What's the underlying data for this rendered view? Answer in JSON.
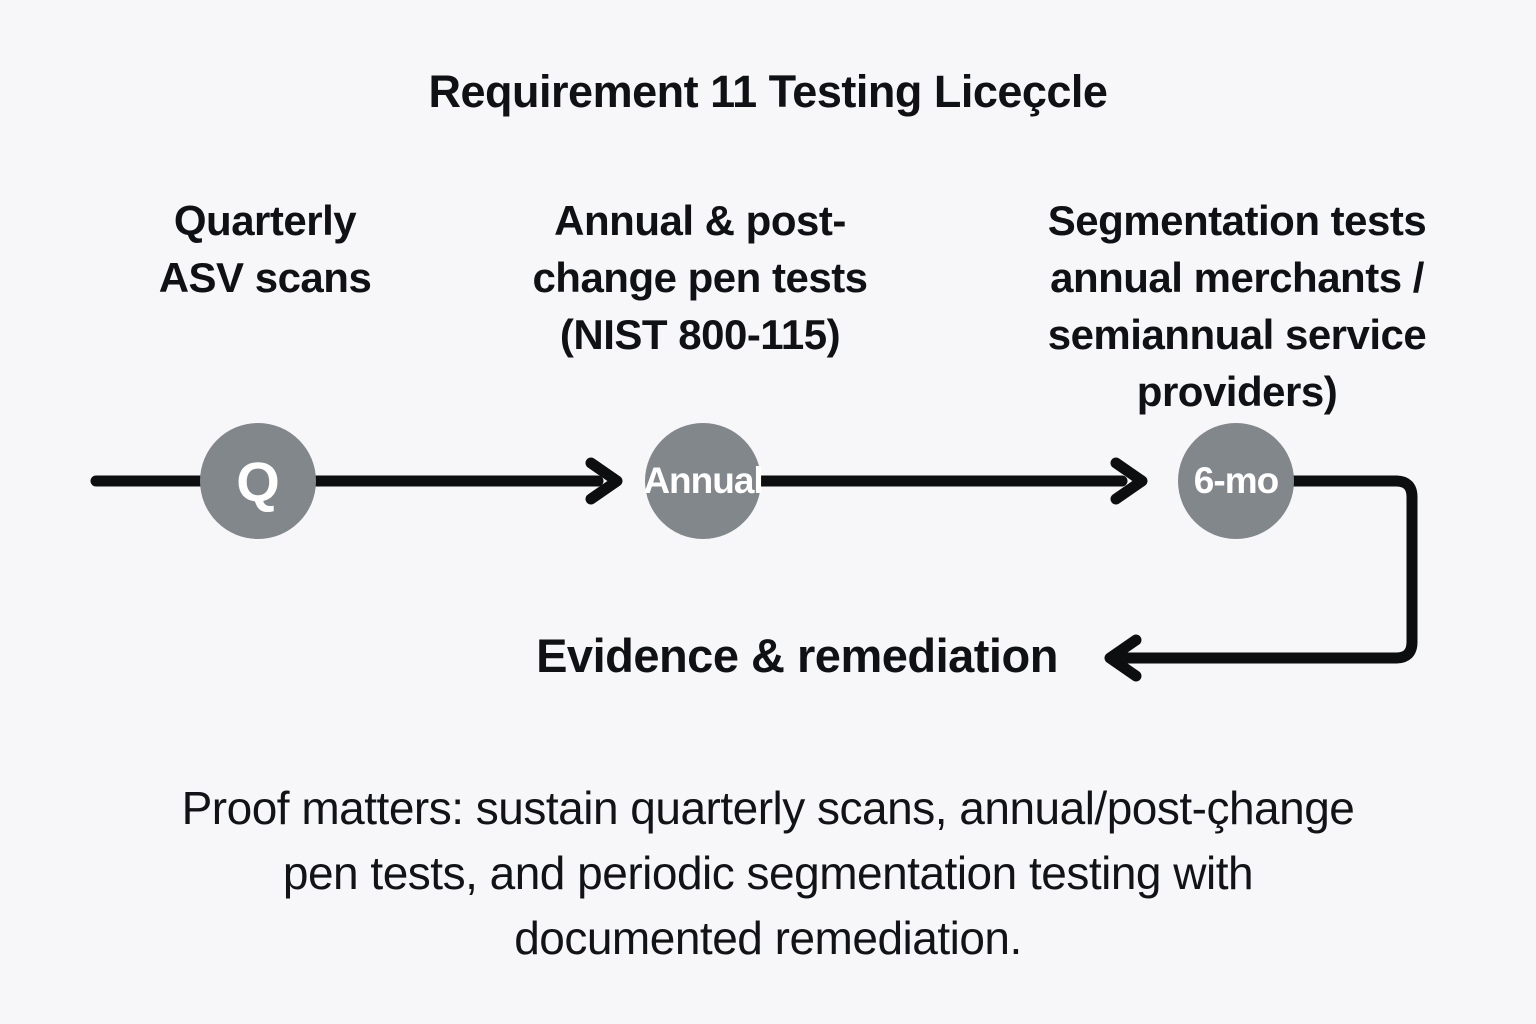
{
  "colors": {
    "background": "#f7f7f9",
    "line": "#0d0e10",
    "node_fill": "#82878b",
    "node_text": "#ffffff",
    "text": "#101114"
  },
  "diagram": {
    "title": "Requirement 11 Testing Liceçcle",
    "stages": [
      {
        "label_lines": [
          "Quarterly",
          "ASV scans"
        ],
        "node_label": "Q"
      },
      {
        "label_lines": [
          "Annual & post-",
          "change pen tests",
          "(NIST 800-115)"
        ],
        "node_label": "Annual"
      },
      {
        "label_lines": [
          "Segmentation tests",
          "annual merchants /",
          "semiannual service",
          "providers)"
        ],
        "node_label": "6-mo"
      }
    ],
    "return_label": "Evidence & remediation"
  },
  "footer": {
    "lines": [
      "Proof matters: sustain quarterly scans, annual/post-çhange",
      "pen tests, and periodic segmentation testing with",
      "documented remediation."
    ]
  }
}
